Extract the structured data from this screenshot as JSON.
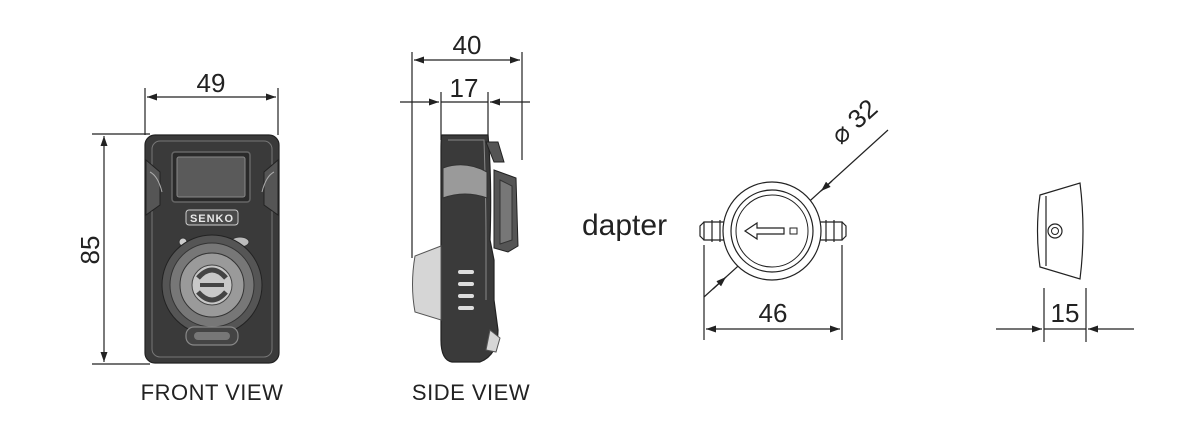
{
  "views": {
    "front": "FRONT VIEW",
    "side": "SIDE VIEW",
    "adapter": "dapter"
  },
  "dimensions": {
    "front_width": "49",
    "front_height": "85",
    "side_overall": "40",
    "side_partial": "17",
    "adapter_diameter": "⌀ 32",
    "adapter_length": "46",
    "adapter_side_width": "15"
  },
  "device": {
    "brand_text": "SENKO"
  },
  "colors": {
    "line": "#222222",
    "body": "#3a3a3a",
    "background": "#ffffff"
  }
}
